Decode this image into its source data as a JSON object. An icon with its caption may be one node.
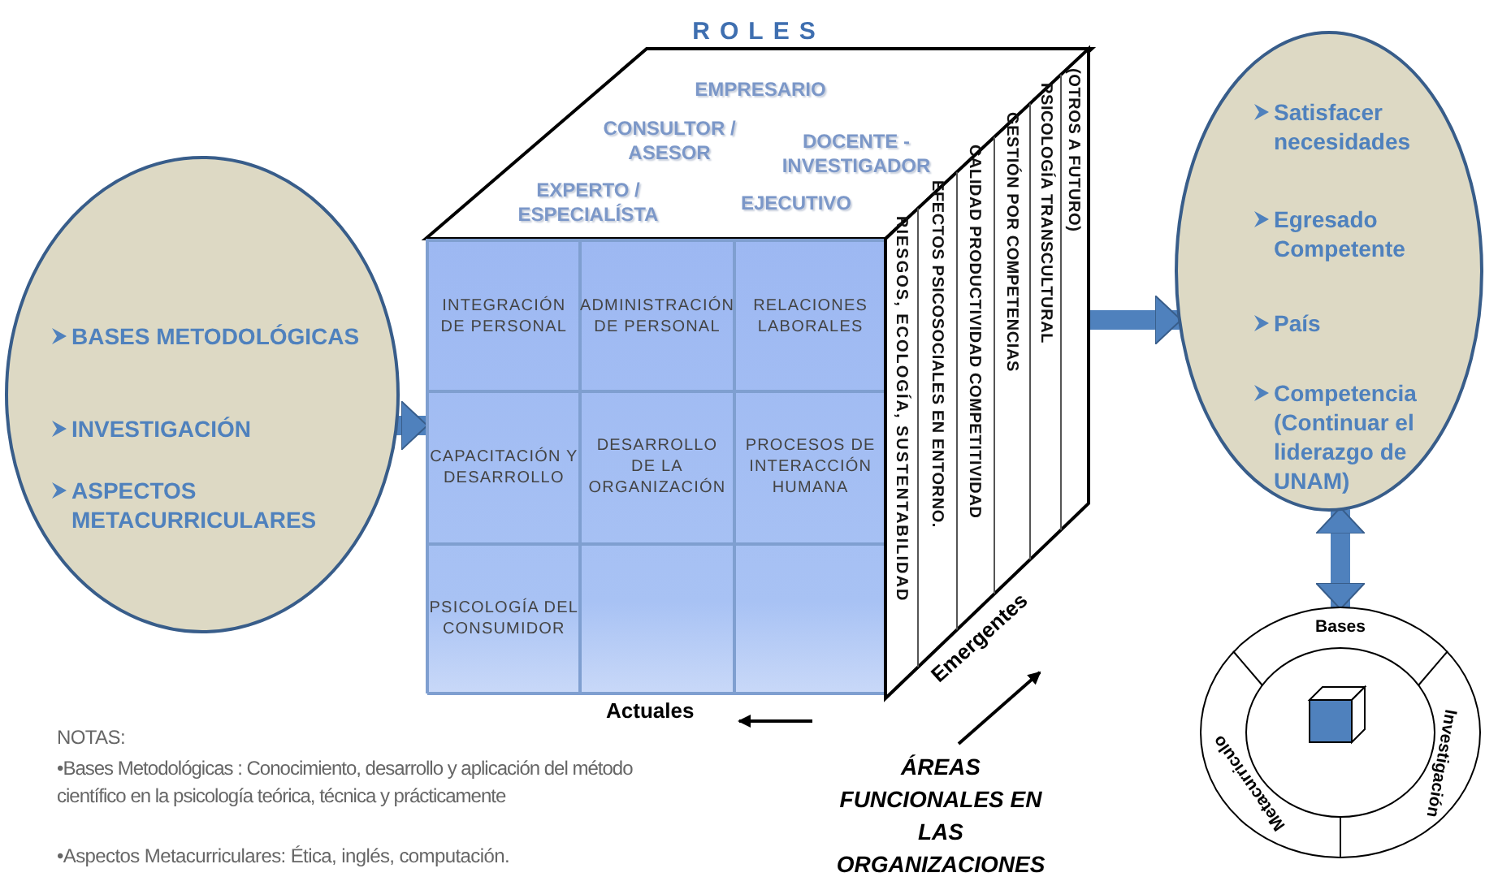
{
  "diagram": {
    "nodes": [
      {
        "text": [
          "ROLES",
          "EMPRESARIO",
          "CONSULTOR / ASESOR",
          "DOCENTE - INVESTIGADOR",
          "EXPERTO / ESPECIALÍSTA",
          "EJECUTIVO"
        ]
      },
      {
        "text": [
          "BASES METODOLÓGICAS",
          "INVESTIGACIÓN",
          "ASPECTOS METACURRICULARES"
        ]
      },
      {
        "text": [],
        "shape": "box"
      },
      {
        "text": [
          "INTEGRACIÓN DE PERSONAL"
        ],
        "in": 2
      },
      {
        "text": [
          "ADMINISTRACIÓN DE PERSONAL"
        ],
        "in": 2
      },
      {
        "text": [
          "RELACIONES LABORALES"
        ],
        "in": 2
      },
      {
        "text": [
          "CAPACITACIÓN Y DESARROLLO"
        ],
        "in": 2
      },
      {
        "text": [
          "DESARROLLO DE LA ORGANIZACIÓN"
        ],
        "in": 2
      },
      {
        "text": [
          "PROCESOS DE INTERACCIÓN HUMANA"
        ],
        "in": 2
      },
      {
        "text": [
          "PSICOLOGÍA DEL CONSUMIDOR"
        ],
        "in": 2
      },
      {
        "text": [],
        "shape": "box",
        "in": 2
      },
      {
        "text": [],
        "shape": "box",
        "in": 2
      },
      {
        "text": [
          "RIESGOS, ECOLOGÍA, SUSTENTABILIDAD",
          "EFECTOS PSICOSOCIALES EN ENTORNO.",
          "CALIDAD PRODUCTIVIDAD COMPETITIVIDAD",
          "GESTIÓN POR COMPETENCIAS",
          "PSICOLOGÍA TRANSCULTURAL",
          "(OTROS A FUTURO)"
        ]
      },
      {
        "text": [
          "Satisfacer necesidades",
          "Egresado Competente",
          "País",
          "Competencia (Continuar el liderazgo de UNAM)"
        ]
      },
      {
        "text": [
          "Bases",
          "Investigación",
          "Metacurriculo"
        ]
      },
      {
        "text": [],
        "shape": "cube",
        "in": 14
      }
    ],
    "edges": [
      {
        "from": 1,
        "to": 2,
        "arrow": "to"
      },
      {
        "from": 12,
        "to": 13,
        "arrow": "to"
      },
      {
        "from": 13,
        "to": 14,
        "arrow": "both"
      }
    ],
    "labels": [
      "Actuales",
      "Emergentes",
      "ÁREAS FUNCIONALES EN LAS ORGANIZACIONES",
      "NOTAS:",
      "•Bases Metodológicas : Conocimiento, desarrollo y aplicación del método científico en la psicología teórica, técnica y prácticamente",
      "•Aspectos Metacurriculares: Ética, inglés, computación."
    ]
  }
}
